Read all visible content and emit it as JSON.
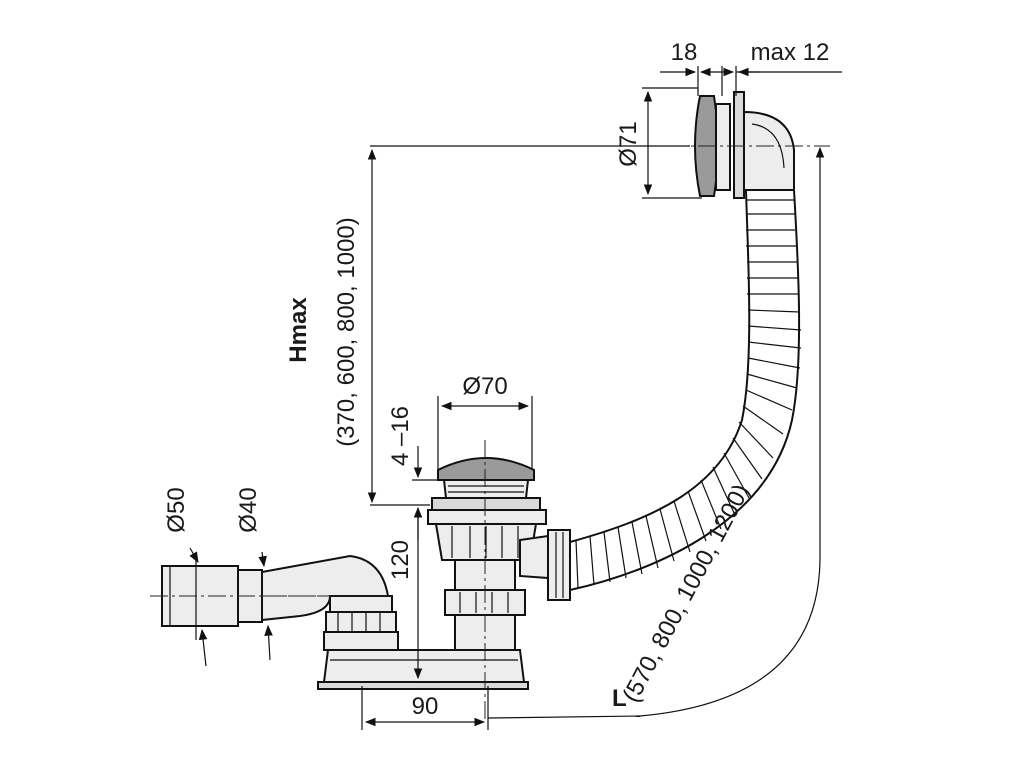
{
  "diagram": {
    "labels": {
      "d50": "Ø50",
      "d40": "Ø40",
      "h120": "120",
      "h4_16": "4 –16",
      "d70": "Ø70",
      "hmax": "Hmax",
      "hmax_values": "(370, 600, 800, 1000)",
      "d71": "Ø71",
      "w18": "18",
      "max12": "max 12",
      "w90": "90",
      "l_label": "L",
      "l_values": "(570, 800, 1000, 1200)"
    },
    "colors": {
      "line": "#111111",
      "part_fill": "#ededed",
      "cap_fill": "#9a9a9a"
    }
  }
}
